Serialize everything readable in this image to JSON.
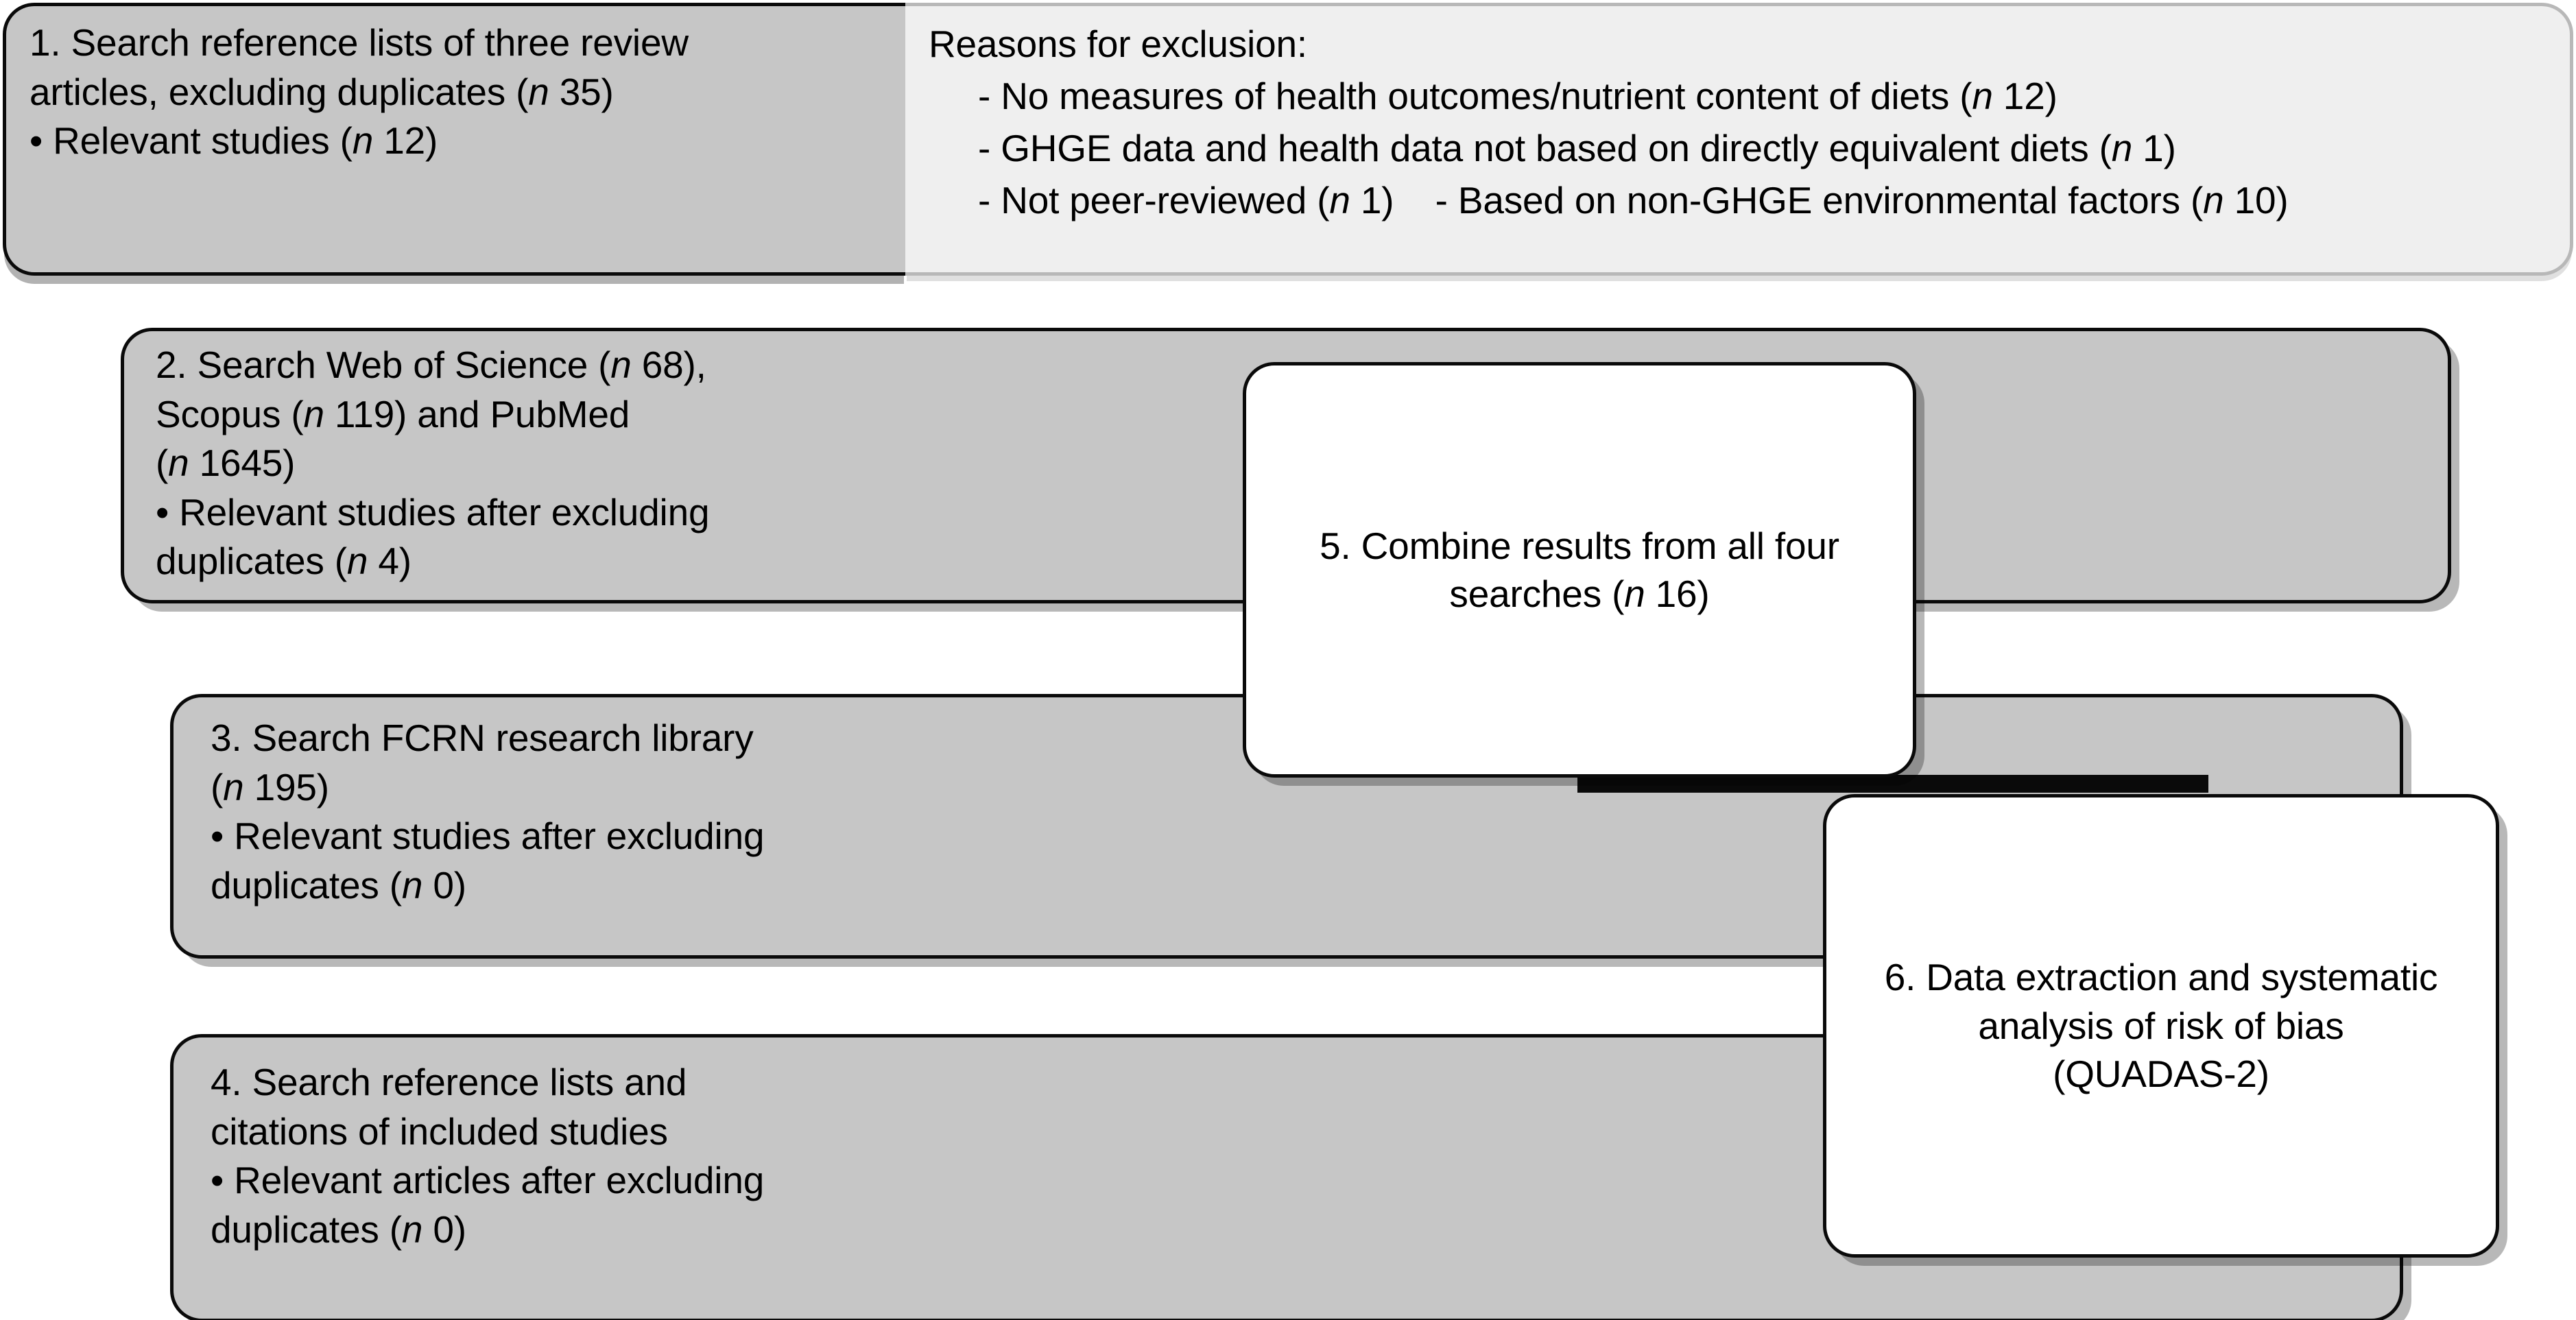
{
  "diagram": {
    "title": "Systematic review literature search flow diagram",
    "colors": {
      "box_fill_gray": "#c6c6c6",
      "box_fill_light": "#efefef",
      "box_fill_white": "#ffffff",
      "border": "#0a0a0a",
      "text": "#000000"
    },
    "boxes": {
      "step1": {
        "label": "1. Search reference lists of three review articles",
        "lines": [
          "1. Search reference lists of three review",
          "articles, excluding duplicates (n 35)"
        ],
        "bullet": "• Relevant studies (n 12)",
        "counts": {
          "screened": 35,
          "relevant": 12
        }
      },
      "exclusions": {
        "heading": "Reasons for exclusion:",
        "items": [
          "- No measures of health outcomes/nutrient content of diets (n 12)",
          "- GHGE data and health data not based on directly equivalent diets (n 1)",
          "- Not peer-reviewed (n 1)    - Based on non-GHGE environmental factors (n 10)"
        ],
        "counts": {
          "no_measures_of_health_outcomes": 12,
          "not_directly_equivalent_diets": 1,
          "not_peer_reviewed": 1,
          "non_ghge_environmental_factors": 10
        }
      },
      "step2": {
        "lines": [
          "2. Search Web of Science (n 68),",
          "Scopus (n 119) and PubMed",
          "(n 1645)"
        ],
        "bullet_lines": [
          "• Relevant studies after excluding",
          "duplicates (n 4)"
        ],
        "counts": {
          "web_of_science": 68,
          "scopus": 119,
          "pubmed": 1645,
          "relevant": 4
        }
      },
      "step3": {
        "lines": [
          "3. Search FCRN research library",
          "(n 195)"
        ],
        "bullet_lines": [
          "• Relevant studies after excluding",
          "duplicates (n 0)"
        ],
        "counts": {
          "fcrn_library": 195,
          "relevant": 0
        }
      },
      "step4": {
        "lines": [
          "4. Search reference lists and",
          "citations of included studies"
        ],
        "bullet_lines": [
          "• Relevant articles after excluding",
          "duplicates (n 0)"
        ],
        "counts": {
          "relevant": 0
        }
      },
      "step5": {
        "lines": [
          "5. Combine results from all four",
          "searches (n 16)"
        ],
        "counts": {
          "combined": 16
        }
      },
      "step6": {
        "lines": [
          "6. Data extraction and systematic",
          "analysis of risk of bias",
          "(QUADAS-2)"
        ],
        "tool": "QUADAS-2"
      }
    }
  }
}
